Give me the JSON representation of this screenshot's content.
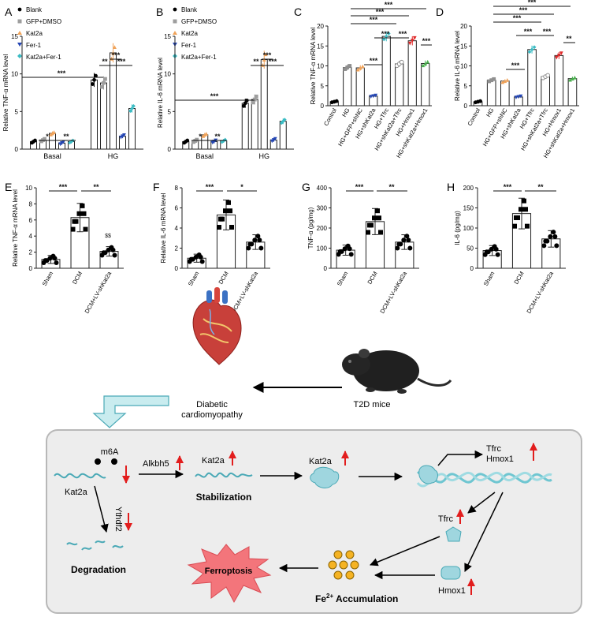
{
  "colors": {
    "ax": "#222222",
    "blank": "#000000",
    "gfp": "#9e9e9e",
    "kat2a": "#f0a35a",
    "fer1": "#2446b4",
    "combo": "#3bbcc4",
    "teal": "#c9ecef",
    "tealStroke": "#4aa9b6",
    "red": "#e21d1d",
    "orange": "#f5b323",
    "star": "#f3757b",
    "box": "#ededed",
    "ctrl": "#000000",
    "hg": "#8f8f8f",
    "nc": "#f0a35a",
    "shk": "#2446b4",
    "tfrc": "#3bbcc4",
    "shtf": "#8f8f8f",
    "hmox": "#e02a2a",
    "shhm": "#4caf50"
  },
  "panels": {
    "A": "A",
    "B": "B",
    "C": "C",
    "D": "D",
    "E": "E",
    "F": "F",
    "G": "G",
    "H": "H"
  },
  "legend": {
    "blank": "Blank",
    "gfp": "GFP+DMSO",
    "kat2a": "Kat2a",
    "fer1": "Fer-1",
    "combo": "Kat2a+Fer-1"
  },
  "sig": {
    "s1": "*",
    "s2": "**",
    "s3": "***",
    "ss": "$$"
  },
  "chart_data": [
    {
      "panel": "A",
      "type": "bar",
      "ylabel": "Relative TNF-α mRNA level",
      "ylim": [
        0,
        15
      ],
      "yticks": [
        0,
        5,
        10,
        15
      ],
      "categories": [
        "Basal",
        "HG"
      ],
      "series": [
        {
          "name": "Blank",
          "values": [
            1.0,
            9.2
          ]
        },
        {
          "name": "GFP+DMSO",
          "values": [
            1.2,
            8.8
          ]
        },
        {
          "name": "Kat2a",
          "values": [
            2.1,
            12.8
          ]
        },
        {
          "name": "Fer-1",
          "values": [
            0.8,
            1.7
          ]
        },
        {
          "name": "Kat2a+Fer-1",
          "values": [
            1.0,
            5.4
          ]
        }
      ]
    },
    {
      "panel": "B",
      "type": "bar",
      "ylabel": "Relative IL-6 mRNA level",
      "ylim": [
        0,
        15
      ],
      "yticks": [
        0,
        5,
        10,
        15
      ],
      "categories": [
        "Basal",
        "HG"
      ],
      "series": [
        {
          "name": "Blank",
          "values": [
            1.0,
            6.1
          ]
        },
        {
          "name": "GFP+DMSO",
          "values": [
            1.1,
            6.6
          ]
        },
        {
          "name": "Kat2a",
          "values": [
            1.9,
            11.9
          ]
        },
        {
          "name": "Fer-1",
          "values": [
            1.0,
            1.2
          ]
        },
        {
          "name": "Kat2a+Fer-1",
          "values": [
            1.1,
            3.7
          ]
        }
      ]
    },
    {
      "panel": "C",
      "type": "bar",
      "ylabel": "Relative TNF-α mRNA level",
      "ylim": [
        0,
        20
      ],
      "yticks": [
        0,
        5,
        10,
        15,
        20
      ],
      "categories": [
        "Control",
        "HG",
        "HG+GFP+shNC",
        "HG+shKat2a",
        "HG+Tfrc",
        "HG+shKat2a+Tfrc",
        "HG+Hmox1",
        "HG+shKat2a+Hmox1"
      ],
      "values": [
        1.0,
        9.6,
        9.5,
        2.4,
        17.4,
        10.5,
        16.3,
        10.6
      ]
    },
    {
      "panel": "D",
      "type": "bar",
      "ylabel": "Relative IL-6 mRNA level",
      "ylim": [
        0,
        20
      ],
      "yticks": [
        0,
        5,
        10,
        15,
        20
      ],
      "categories": [
        "Control",
        "HG",
        "HG+GFP+shNC",
        "HG+shKat2a",
        "HG+Tfrc",
        "HG+shKat2a+Tfrc",
        "HG+Hmox1",
        "HG+shKat2a+Hmox1"
      ],
      "values": [
        1.0,
        6.4,
        6.2,
        2.2,
        14.1,
        7.3,
        12.6,
        6.8
      ]
    },
    {
      "panel": "E",
      "type": "bar",
      "ylabel": "Relative TNF-α mRNA level",
      "ylim": [
        0,
        10
      ],
      "yticks": [
        0,
        2,
        4,
        6,
        8,
        10
      ],
      "categories": [
        "Sham",
        "DCM",
        "DCM+LV-shKat2a"
      ],
      "values": [
        1.1,
        6.3,
        2.1
      ]
    },
    {
      "panel": "F",
      "type": "bar",
      "ylabel": "Relative IL-6 mRNA level",
      "ylim": [
        0,
        8
      ],
      "yticks": [
        0,
        2,
        4,
        6,
        8
      ],
      "categories": [
        "Sham",
        "DCM",
        "DCM+LV-shKat2a"
      ],
      "values": [
        1.0,
        5.3,
        2.6
      ]
    },
    {
      "panel": "G",
      "type": "bar",
      "ylabel": "TNF-α (pg/mg)",
      "ylim": [
        0,
        400
      ],
      "yticks": [
        0,
        100,
        200,
        300,
        400
      ],
      "categories": [
        "Sham",
        "DCM",
        "DCM+LV-shKat2a"
      ],
      "values": [
        90,
        232,
        130
      ]
    },
    {
      "panel": "H",
      "type": "bar",
      "ylabel": "IL-6 (pg/mg)",
      "ylim": [
        0,
        200
      ],
      "yticks": [
        0,
        50,
        100,
        150,
        200
      ],
      "categories": [
        "Sham",
        "DCM",
        "DCM+LV-shKat2a"
      ],
      "values": [
        44,
        136,
        73
      ]
    }
  ],
  "diagram": {
    "mice": "T2D mice",
    "cardio1": "Diabetic",
    "cardio2": "cardiomyopathy",
    "m6a": "m6A",
    "kat2a": "Kat2a",
    "alkbh5": "Alkbh5",
    "ythdf2": "Ythdf2",
    "degradation": "Degradation",
    "stabilization": "Stabilization",
    "tfrc": "Tfrc",
    "hmox1": "Hmox1",
    "ferroptosis": "Ferroptosis",
    "fe": "Fe",
    "fesup": "2+",
    "accum": " Accumulation"
  }
}
